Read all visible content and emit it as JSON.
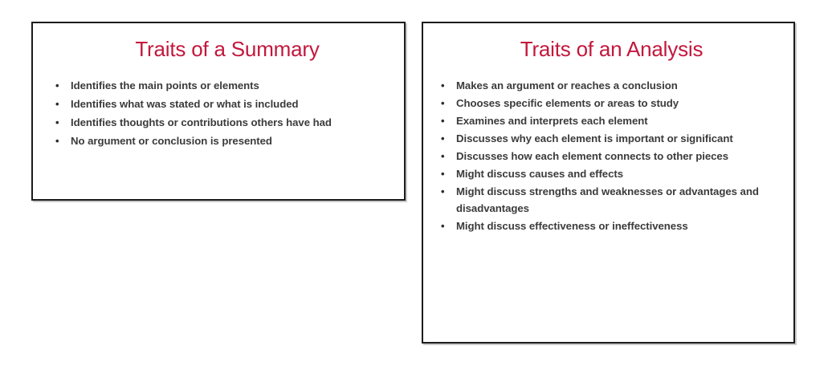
{
  "theme": {
    "title_color": "#c2183c",
    "text_color": "#3b3b3b",
    "border_color": "#1b1b1b",
    "background_color": "#ffffff",
    "bullet_glyph": "•",
    "bullet_icon_name": "bullet-dot-icon"
  },
  "panels": [
    {
      "id": "summary",
      "title": "Traits of a Summary",
      "items": [
        "Identifies the main points or elements",
        "Identifies what was stated or what is included",
        "Identifies thoughts or contributions others have had",
        "No argument or conclusion is presented"
      ]
    },
    {
      "id": "analysis",
      "title": "Traits of an Analysis",
      "items": [
        "Makes an argument or reaches a conclusion",
        "Chooses specific elements or areas to study",
        "Examines and interprets each element",
        "Discusses why each element is important or significant",
        "Discusses how each element connects to other pieces",
        "Might discuss causes and effects",
        "Might discuss strengths and weaknesses or advantages and disadvantages",
        "Might discuss effectiveness or ineffectiveness"
      ]
    }
  ]
}
